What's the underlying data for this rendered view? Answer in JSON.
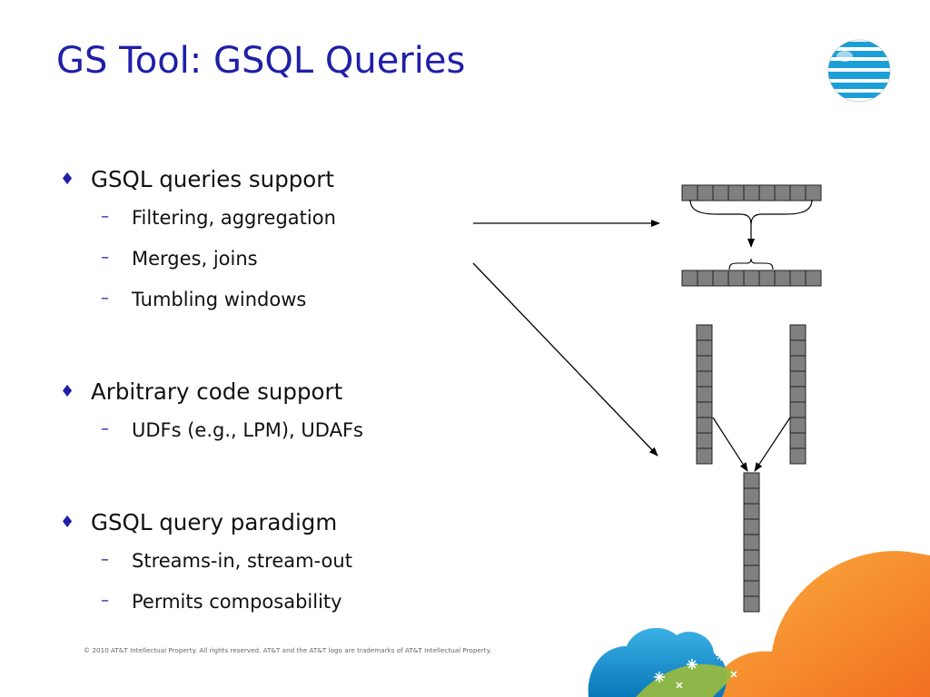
{
  "slide": {
    "title": "GS Tool: GSQL Queries",
    "logo_icon": "att-globe-logo",
    "bullets": [
      {
        "text": "GSQL queries support",
        "subs": [
          "Filtering, aggregation",
          "Merges, joins",
          "Tumbling windows"
        ]
      },
      {
        "text": "Arbitrary code support",
        "subs": [
          "UDFs (e.g., LPM), UDAFs"
        ]
      },
      {
        "text": "GSQL query paradigm",
        "subs": [
          "Streams-in, stream-out",
          "Permits composability"
        ]
      }
    ],
    "bullet_glyph": "♦",
    "sub_glyph": "–",
    "footer": "© 2010 AT&T Intellectual Property. All rights reserved. AT&T and the AT&T logo are trademarks of AT&T Intellectual Property."
  },
  "colors": {
    "title": "#1f1fa8",
    "cell_fill": "#808080",
    "globe_blue": "#1a9fd8",
    "orange": "#f7941d",
    "teal": "#1b8fcf",
    "green": "#9bbb3b"
  }
}
